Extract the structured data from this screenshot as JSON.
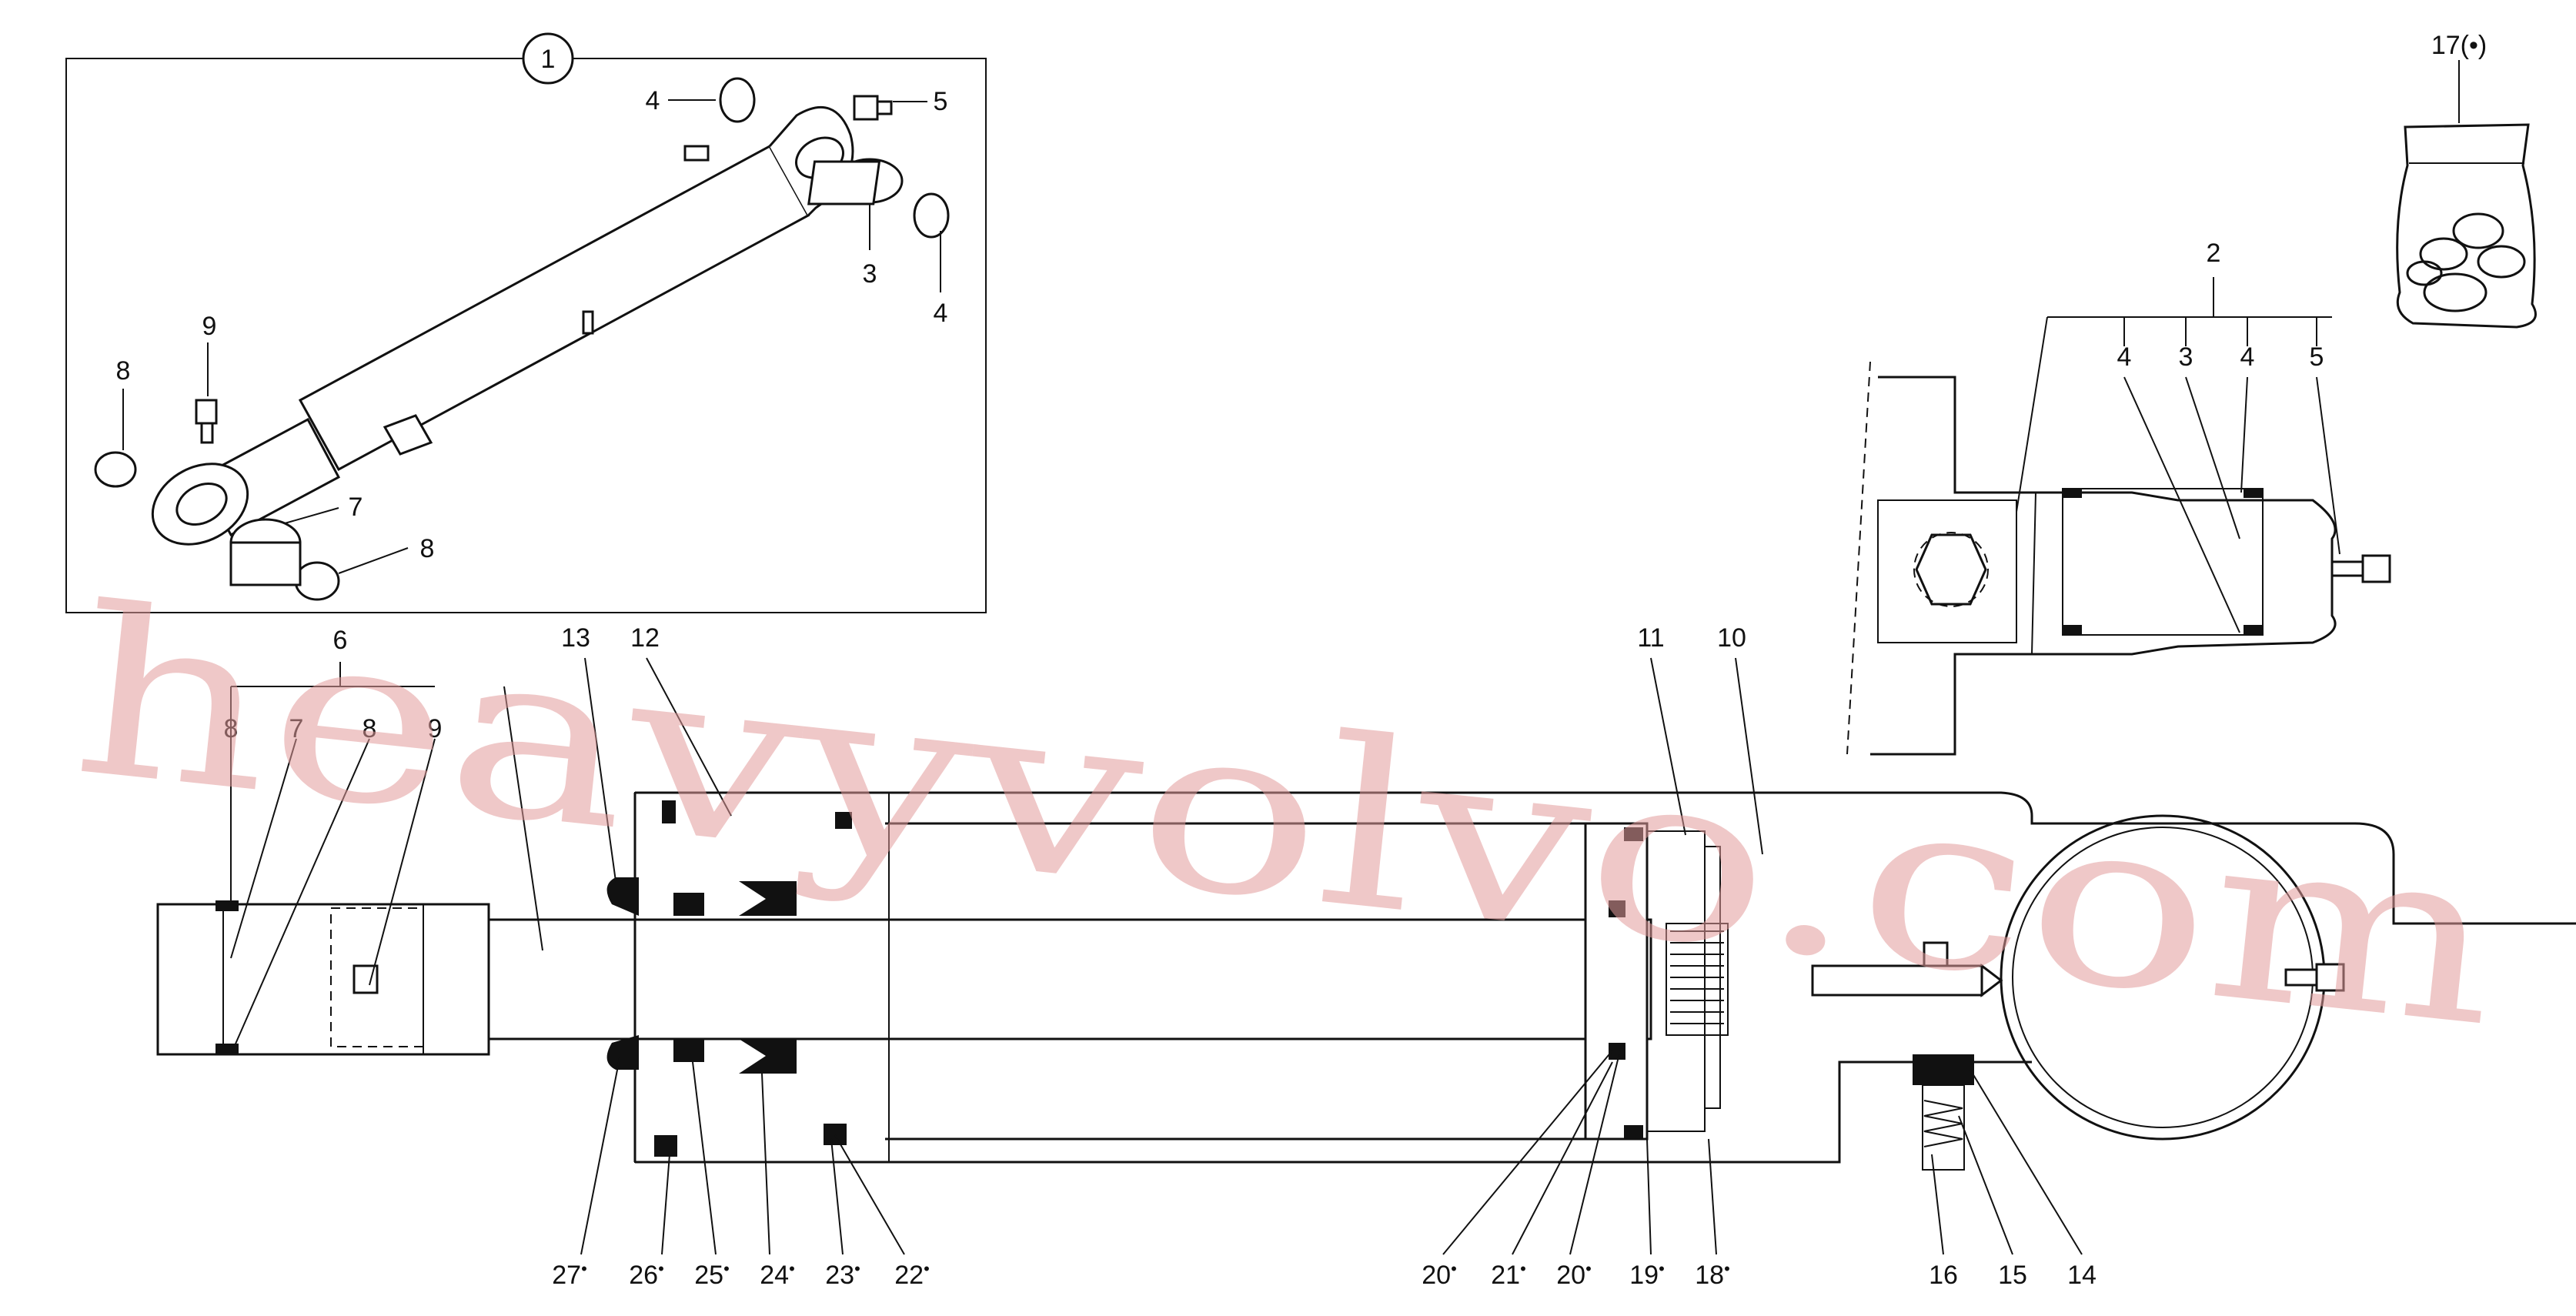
{
  "inset_label": "1",
  "watermark": "heavyvolvo.com",
  "callouts_inset": [
    "4",
    "5",
    "3",
    "4",
    "9",
    "8",
    "7",
    "8"
  ],
  "callouts_top": [
    "17(•)",
    "2",
    "4",
    "3",
    "4",
    "5",
    "6",
    "8",
    "7",
    "8",
    "9",
    "13",
    "12",
    "11",
    "10"
  ],
  "callouts_bottom": [
    "27",
    "26",
    "25",
    "24",
    "23",
    "22",
    "20",
    "21",
    "20",
    "19",
    "18",
    "16",
    "15",
    "14"
  ],
  "bullet": "•"
}
